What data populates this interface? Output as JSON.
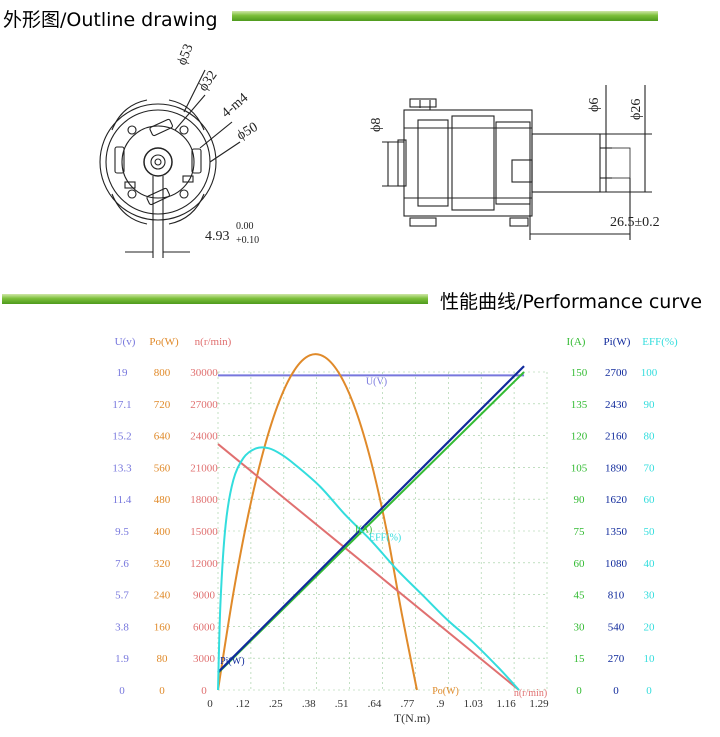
{
  "header": {
    "outline_title": "外形图/Outline drawing",
    "performance_title": "性能曲线/Performance curve"
  },
  "drawing": {
    "dims": {
      "phi53": "ϕ53",
      "phi32": "ϕ32",
      "m4": "4-m4",
      "phi50": "ϕ50",
      "tol_base": "4.93",
      "tol_upper": "0.00",
      "tol_lower": "+0.10",
      "phi8": "ϕ8",
      "phi6": "ϕ6",
      "phi26": "ϕ26",
      "len": "26.5±0.2"
    }
  },
  "colors": {
    "accent_green": "#6db33f",
    "u": "#7777dd",
    "po": "#e08a2a",
    "n": "#e07070",
    "i": "#33bb33",
    "pi": "#102a9c",
    "eff": "#33dddd"
  },
  "chart_data": {
    "type": "line",
    "xlabel": "T(N.m)",
    "x_ticks": [
      "0",
      ".12",
      ".25",
      ".38",
      ".51",
      ".64",
      ".77",
      ".9",
      "1.03",
      "1.16",
      "1.29"
    ],
    "xlim": [
      0,
      1.29
    ],
    "axes": {
      "u": {
        "header": "U(v)",
        "ticks": [
          "0",
          "1.9",
          "3.8",
          "5.7",
          "7.6",
          "9.5",
          "11.4",
          "13.3",
          "15.2",
          "17.1",
          "19"
        ],
        "max": 19
      },
      "po": {
        "header": "Po(W)",
        "ticks": [
          "0",
          "80",
          "160",
          "240",
          "320",
          "400",
          "480",
          "560",
          "640",
          "720",
          "800"
        ],
        "max": 800
      },
      "n": {
        "header": "n(r/min)",
        "ticks": [
          "0",
          "3000",
          "6000",
          "9000",
          "12000",
          "15000",
          "18000",
          "21000",
          "24000",
          "27000",
          "30000"
        ],
        "max": 30000
      },
      "i": {
        "header": "I(A)",
        "ticks": [
          "0",
          "15",
          "30",
          "45",
          "60",
          "75",
          "90",
          "105",
          "120",
          "135",
          "150"
        ],
        "max": 150
      },
      "pi": {
        "header": "Pi(W)",
        "ticks": [
          "0",
          "270",
          "540",
          "810",
          "1080",
          "1350",
          "1620",
          "1890",
          "2160",
          "2430",
          "2700"
        ],
        "max": 2700
      },
      "eff": {
        "header": "EFF(%)",
        "ticks": [
          "0",
          "10",
          "20",
          "30",
          "40",
          "50",
          "60",
          "70",
          "80",
          "90",
          "100"
        ],
        "max": 100
      }
    },
    "series": [
      {
        "name": "U(V)",
        "axis": "u",
        "color": "#7777dd",
        "label_x": 0.58,
        "points": [
          [
            0,
            18.8
          ],
          [
            1.2,
            18.8
          ]
        ]
      },
      {
        "name": "Po(W)",
        "axis": "po",
        "color": "#e08a2a",
        "label_x": 0.84,
        "points": [
          [
            0,
            0
          ],
          [
            0.06,
            243
          ],
          [
            0.12,
            445
          ],
          [
            0.18,
            606
          ],
          [
            0.24,
            726
          ],
          [
            0.3,
            805
          ],
          [
            0.36,
            842
          ],
          [
            0.42,
            837
          ],
          [
            0.48,
            791
          ],
          [
            0.54,
            704
          ],
          [
            0.6,
            575
          ],
          [
            0.66,
            405
          ],
          [
            0.72,
            194
          ],
          [
            0.78,
            0
          ]
        ]
      },
      {
        "name": "n(r/min)",
        "axis": "n",
        "color": "#e07070",
        "label_x": 1.16,
        "points": [
          [
            0,
            23200
          ],
          [
            1.18,
            0
          ]
        ]
      },
      {
        "name": "I(A)",
        "axis": "i",
        "color": "#33bb33",
        "label_x": 0.6,
        "points": [
          [
            0,
            8
          ],
          [
            1.2,
            150
          ]
        ]
      },
      {
        "name": "Pi(W)",
        "axis": "pi",
        "color": "#102a9c",
        "label_x": 0.02,
        "points": [
          [
            0,
            150
          ],
          [
            1.2,
            2750
          ]
        ]
      },
      {
        "name": "EFF(%)",
        "axis": "eff",
        "color": "#33dddd",
        "label_x": 0.6,
        "points": [
          [
            0,
            0
          ],
          [
            0.01,
            28
          ],
          [
            0.03,
            52
          ],
          [
            0.06,
            66
          ],
          [
            0.1,
            73
          ],
          [
            0.15,
            76
          ],
          [
            0.2,
            76
          ],
          [
            0.25,
            74
          ],
          [
            0.3,
            71
          ],
          [
            0.4,
            64
          ],
          [
            0.5,
            55
          ],
          [
            0.6,
            47
          ],
          [
            0.7,
            38
          ],
          [
            0.8,
            30
          ],
          [
            0.9,
            22
          ],
          [
            1.0,
            15
          ],
          [
            1.1,
            7
          ],
          [
            1.18,
            0
          ]
        ]
      }
    ],
    "curve_labels": {
      "u": "U(V)",
      "po": "Po(W)",
      "i": "I(A)",
      "eff": "EFF(%)",
      "pi": "Pi(W)",
      "n": "n(r/min)"
    },
    "grid": true,
    "legend": "none"
  }
}
